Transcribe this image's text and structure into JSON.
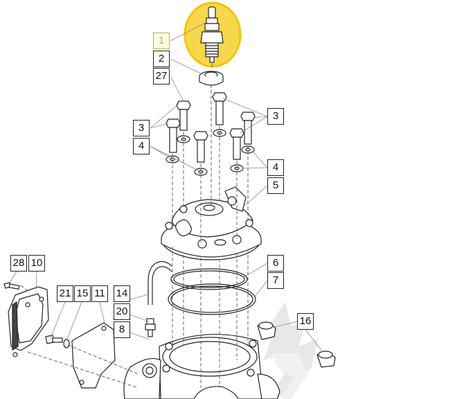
{
  "diagram": {
    "highlight_color": "#f4c400",
    "highlight_fill": "#f7d84a",
    "line_color": "#222222",
    "watermark_color": "#e6e6e6",
    "selected_part": "1"
  },
  "callouts": [
    {
      "id": "c1",
      "label": "1"
    },
    {
      "id": "c2",
      "label": "2"
    },
    {
      "id": "c27",
      "label": "27"
    },
    {
      "id": "c3a",
      "label": "3"
    },
    {
      "id": "c3b",
      "label": "3"
    },
    {
      "id": "c4a",
      "label": "4"
    },
    {
      "id": "c4b",
      "label": "4"
    },
    {
      "id": "c5",
      "label": "5"
    },
    {
      "id": "c6",
      "label": "6"
    },
    {
      "id": "c7",
      "label": "7"
    },
    {
      "id": "c28",
      "label": "28"
    },
    {
      "id": "c10",
      "label": "10"
    },
    {
      "id": "c21",
      "label": "21"
    },
    {
      "id": "c15",
      "label": "15"
    },
    {
      "id": "c11",
      "label": "11"
    },
    {
      "id": "c14",
      "label": "14"
    },
    {
      "id": "c20",
      "label": "20"
    },
    {
      "id": "c8",
      "label": "8"
    },
    {
      "id": "c16",
      "label": "16"
    }
  ]
}
